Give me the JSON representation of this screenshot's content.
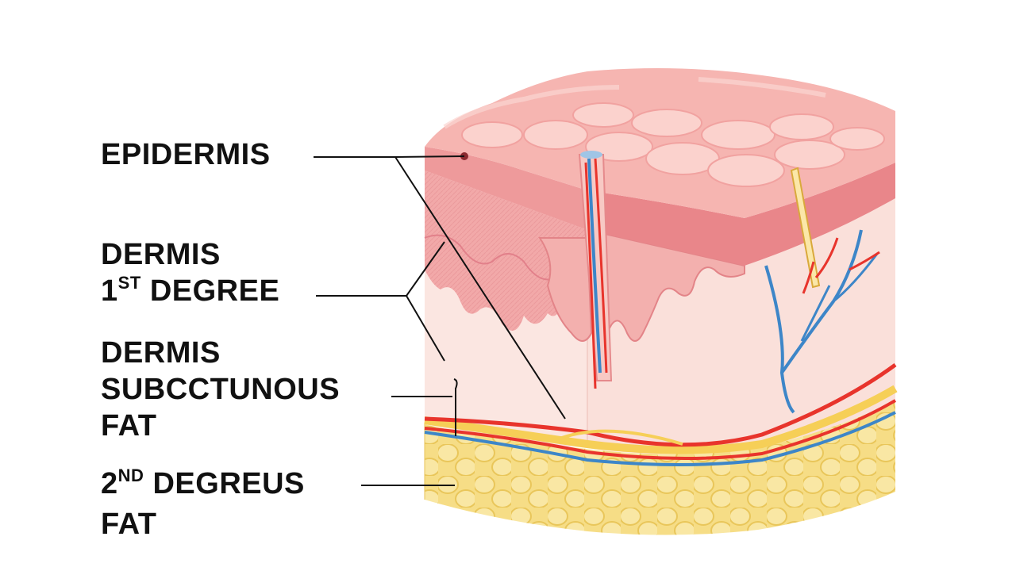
{
  "labels": {
    "epidermis": "EPIDERMIS",
    "dermis_1_line1": "DERMIS",
    "dermis_1_num": "1",
    "dermis_1_sup": "ST",
    "dermis_1_rest": " DEGREE",
    "dermis_2_line1": "DERMIS",
    "dermis_2_line2": "SUBCCTUNOUS",
    "dermis_2_line3": "FAT",
    "degreus_num": "2",
    "degreus_sup": "ND",
    "degreus_rest": " DEGREUS",
    "degreus_line2": "FAT"
  },
  "colors": {
    "epidermis_top": "#f3a7a4",
    "epidermis_side": "#e98b8d",
    "dermis": "#fbe3de",
    "fat": "#f4db7c",
    "vessel_red": "#e8342c",
    "vessel_blue": "#3d86c8",
    "nerve_yellow": "#f5c945"
  }
}
